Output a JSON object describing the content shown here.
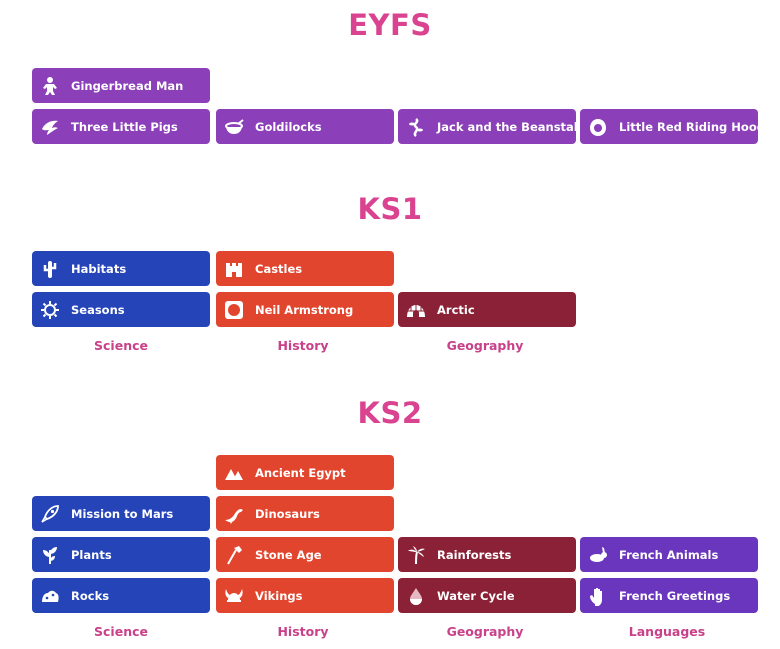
{
  "colors": {
    "heading": "#d9438f",
    "column_label": "#c8418a",
    "purple": "#8b3fb8",
    "blue": "#2544b8",
    "red": "#e2452e",
    "maroon": "#8a2136",
    "violet": "#6a36bd"
  },
  "eyfs": {
    "title": "EYFS",
    "topics": [
      {
        "label": "Gingerbread Man",
        "icon": "gingerbread-icon"
      },
      {
        "label": "Three Little Pigs",
        "icon": "pig-icon"
      },
      {
        "label": "Goldilocks",
        "icon": "porridge-bowl-icon"
      },
      {
        "label": "Jack and the Beanstalk",
        "icon": "beanstalk-icon"
      },
      {
        "label": "Little Red Riding Hood",
        "icon": "hood-icon"
      }
    ]
  },
  "ks1": {
    "title": "KS1",
    "topics": [
      {
        "label": "Habitats",
        "icon": "cactus-icon"
      },
      {
        "label": "Castles",
        "icon": "castle-icon"
      },
      {
        "label": "Seasons",
        "icon": "sun-icon"
      },
      {
        "label": "Neil Armstrong",
        "icon": "helmet-icon"
      },
      {
        "label": "Arctic",
        "icon": "igloo-icon"
      }
    ],
    "subjects": [
      "Science",
      "History",
      "Geography"
    ]
  },
  "ks2": {
    "title": "KS2",
    "topics": [
      {
        "label": "Ancient Egypt",
        "icon": "pyramid-icon"
      },
      {
        "label": "Mission to Mars",
        "icon": "rocket-icon"
      },
      {
        "label": "Dinosaurs",
        "icon": "dinosaur-icon"
      },
      {
        "label": "Plants",
        "icon": "plant-icon"
      },
      {
        "label": "Stone Age",
        "icon": "stone-axe-icon"
      },
      {
        "label": "Rainforests",
        "icon": "palm-tree-icon"
      },
      {
        "label": "French Animals",
        "icon": "rabbit-icon"
      },
      {
        "label": "Rocks",
        "icon": "rocks-icon"
      },
      {
        "label": "Vikings",
        "icon": "viking-helmet-icon"
      },
      {
        "label": "Water Cycle",
        "icon": "water-drop-icon"
      },
      {
        "label": "French Greetings",
        "icon": "waving-hand-icon"
      }
    ],
    "subjects": [
      "Science",
      "History",
      "Geography",
      "Languages"
    ]
  }
}
